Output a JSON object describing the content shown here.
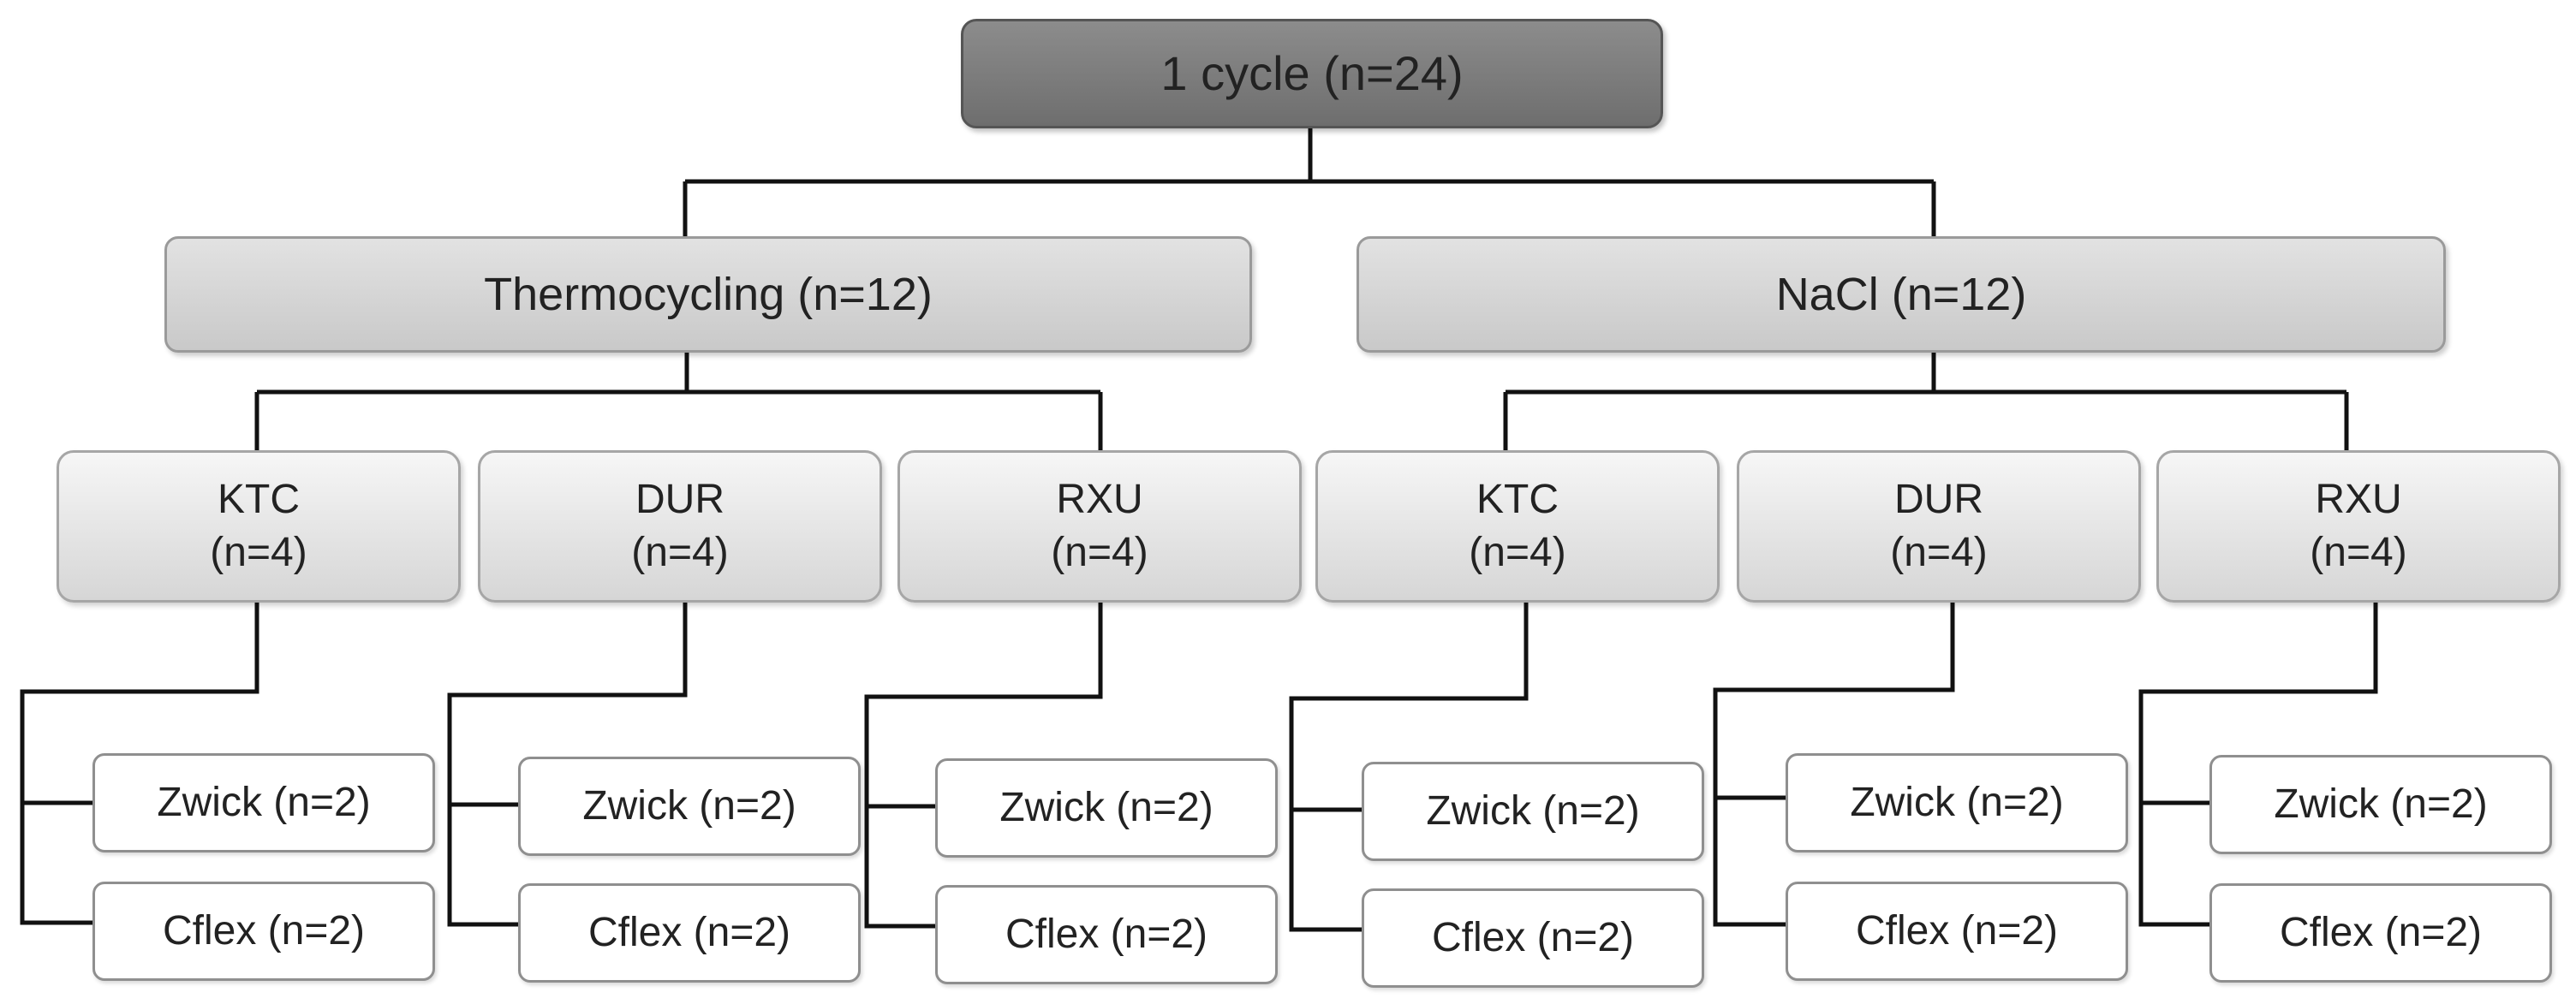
{
  "root": {
    "label": "1 cycle (n=24)"
  },
  "groups": [
    {
      "label": "Thermocycling (n=12)",
      "materials": [
        {
          "name": "KTC",
          "count": "(n=4)",
          "devices": [
            "Zwick (n=2)",
            "Cflex (n=2)"
          ]
        },
        {
          "name": "DUR",
          "count": "(n=4)",
          "devices": [
            "Zwick (n=2)",
            "Cflex (n=2)"
          ]
        },
        {
          "name": "RXU",
          "count": "(n=4)",
          "devices": [
            "Zwick (n=2)",
            "Cflex (n=2)"
          ]
        }
      ]
    },
    {
      "label": "NaCl (n=12)",
      "materials": [
        {
          "name": "KTC",
          "count": "(n=4)",
          "devices": [
            "Zwick (n=2)",
            "Cflex (n=2)"
          ]
        },
        {
          "name": "DUR",
          "count": "(n=4)",
          "devices": [
            "Zwick (n=2)",
            "Cflex (n=2)"
          ]
        },
        {
          "name": "RXU",
          "count": "(n=4)",
          "devices": [
            "Zwick (n=2)",
            "Cflex (n=2)"
          ]
        }
      ]
    }
  ],
  "colors": {
    "connector": "#111111",
    "root_fill": "#7a7a7a",
    "group_fill": "#d4d4d4",
    "material_fill": "#e6e6e6",
    "device_fill": "#ffffff"
  }
}
